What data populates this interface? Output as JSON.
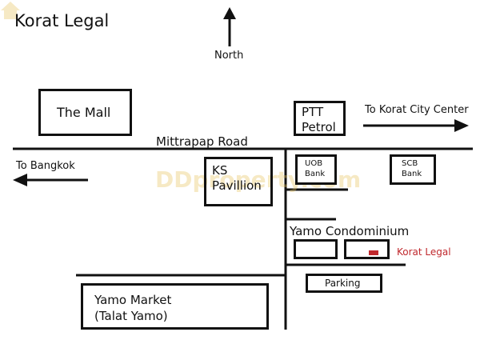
{
  "title": "Korat Legal",
  "compass": {
    "label": "North",
    "icon": "north-arrow-icon"
  },
  "roads": {
    "mittrapap": "Mittrapap Road"
  },
  "directions": {
    "to_korat_city": "To Korat City Center",
    "to_bangkok": "To Bangkok"
  },
  "landmarks": {
    "the_mall": "The Mall",
    "ptt_line1": "PTT",
    "ptt_line2": "Petrol",
    "ks_line1": "KS",
    "ks_line2": "Pavillion",
    "uob_line1": "UOB",
    "uob_line2": "Bank",
    "scb_line1": "SCB",
    "scb_line2": "Bank",
    "yamo_condo": "Yamo Condominium",
    "parking": "Parking",
    "market_line1": "Yamo Market",
    "market_line2": "(Talat Yamo)"
  },
  "destination": {
    "label": "Korat Legal",
    "marker_color": "#c0282d"
  },
  "watermark": "DDproperty.com",
  "colors": {
    "ink": "#111111",
    "highlight": "#c0282d",
    "watermark": "#e8c25a"
  }
}
